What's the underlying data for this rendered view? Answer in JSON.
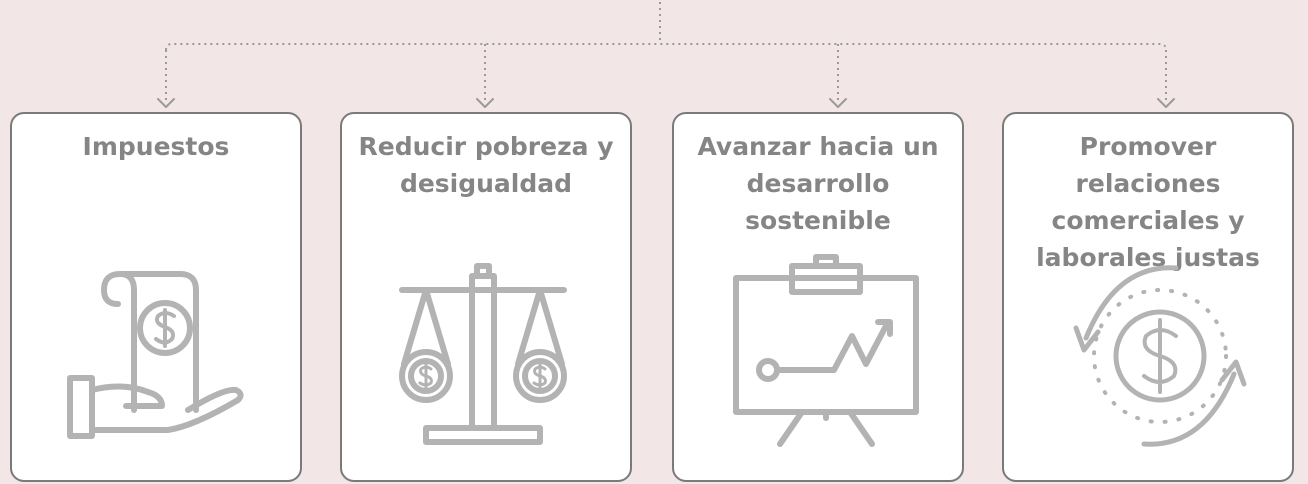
{
  "colors": {
    "background": "#f2e6e6",
    "card_border": "#7a7a7a",
    "title_text": "#858585",
    "icon_stroke": "#b3b3b3",
    "connector": "#9a9a9a"
  },
  "cards": [
    {
      "title": "Impuestos",
      "icon": "tax-bill-hand-icon"
    },
    {
      "title": "Reducir pobreza y desigualdad",
      "icon": "balance-scale-icon"
    },
    {
      "title": "Avanzar hacia un desarrollo sostenible",
      "icon": "presentation-chart-icon"
    },
    {
      "title": "Promover relaciones comerciales y laborales justas",
      "icon": "money-cycle-icon"
    }
  ]
}
